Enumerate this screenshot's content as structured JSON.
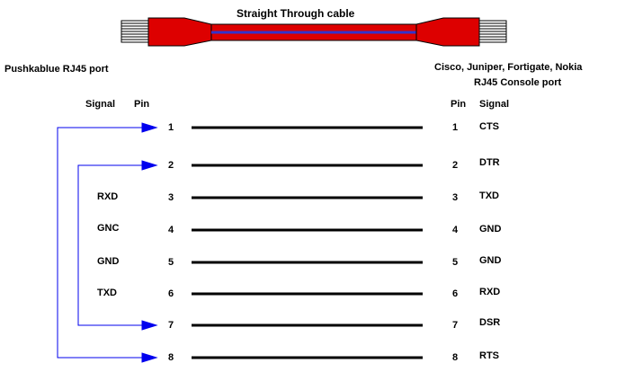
{
  "cable": {
    "title": "Straight Through cable",
    "body_color": "#dd0000",
    "core_color": "#3333cc"
  },
  "left_port": {
    "title": "Pushkablue RJ45 port",
    "col_signal": "Signal",
    "col_pin": "Pin",
    "pins": [
      {
        "pin": "1",
        "signal": ""
      },
      {
        "pin": "2",
        "signal": ""
      },
      {
        "pin": "3",
        "signal": "RXD"
      },
      {
        "pin": "4",
        "signal": "GNC"
      },
      {
        "pin": "5",
        "signal": "GND"
      },
      {
        "pin": "6",
        "signal": "TXD"
      },
      {
        "pin": "7",
        "signal": ""
      },
      {
        "pin": "8",
        "signal": ""
      }
    ]
  },
  "right_port": {
    "title_line1": "Cisco, Juniper, Fortigate, Nokia",
    "title_line2": "RJ45 Console port",
    "col_pin": "Pin",
    "col_signal": "Signal",
    "pins": [
      {
        "pin": "1",
        "signal": "CTS"
      },
      {
        "pin": "2",
        "signal": "DTR"
      },
      {
        "pin": "3",
        "signal": "TXD"
      },
      {
        "pin": "4",
        "signal": "GND"
      },
      {
        "pin": "5",
        "signal": "GND"
      },
      {
        "pin": "6",
        "signal": "RXD"
      },
      {
        "pin": "7",
        "signal": "DSR"
      },
      {
        "pin": "8",
        "signal": "RTS"
      }
    ]
  },
  "loopbacks": [
    {
      "from_pin": "1",
      "to_pin": "8"
    },
    {
      "from_pin": "2",
      "to_pin": "7"
    }
  ],
  "arrow_color": "#0000ee"
}
